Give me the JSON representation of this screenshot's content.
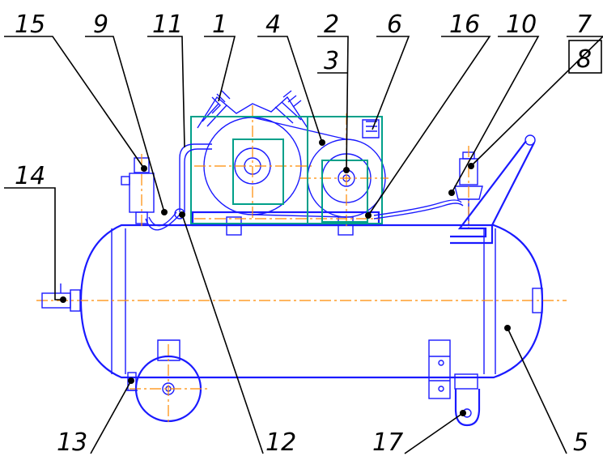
{
  "callouts": {
    "c1": "1",
    "c2": "2",
    "c3": "3",
    "c4": "4",
    "c5": "5",
    "c6": "6",
    "c7": "7",
    "c8": "8",
    "c9": "9",
    "c10": "10",
    "c11": "11",
    "c12": "12",
    "c13": "13",
    "c14": "14",
    "c15": "15",
    "c16": "16",
    "c17": "17"
  },
  "colors": {
    "outline": "#1a1aff",
    "frame": "#00a08a",
    "centerline": "#ff8a00",
    "leader": "#000000"
  }
}
